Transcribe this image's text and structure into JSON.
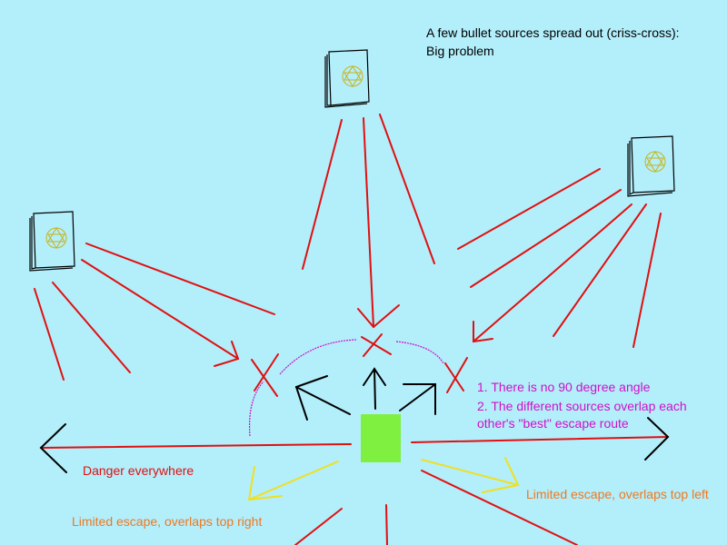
{
  "heading": {
    "line1": "A few bullet sources spread out (criss-cross):",
    "line2": "Big problem"
  },
  "notes": {
    "note1": "1. There is no 90 degree angle",
    "note2a": "2. The different sources overlap each",
    "note2b": "other's \"best\" escape route"
  },
  "labels": {
    "danger": "Danger everywhere",
    "limited_left": "Limited escape, overlaps top right",
    "limited_right": "Limited escape, overlaps top left"
  },
  "colors": {
    "background": "#B3EEFB",
    "bullet": "#E01010",
    "player": "#80F040",
    "escape": "#000000",
    "limited": "#F0E020",
    "arc": "#D010C8",
    "emitter_stroke": "#000000",
    "emitter_gem": "#D4C020"
  },
  "icons": {
    "emitter": "bullet-source-icon",
    "player": "player-square-icon",
    "blocked": "red-x-icon"
  }
}
